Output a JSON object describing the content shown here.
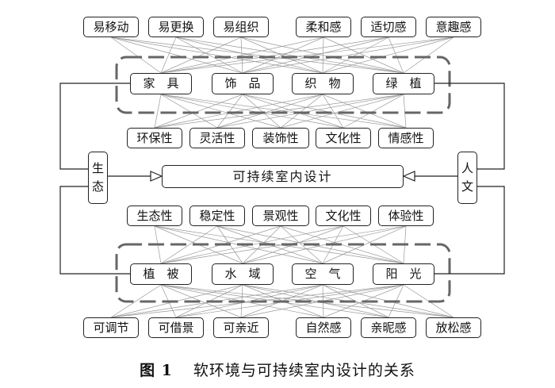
{
  "top_attributes": [
    "易移动",
    "易更换",
    "易组织",
    "柔和感",
    "适切感",
    "意趣感"
  ],
  "decor_items": [
    "家　具",
    "饰　品",
    "织　物",
    "绿　植"
  ],
  "decor_properties": [
    "环保性",
    "灵活性",
    "装饰性",
    "文化性",
    "情感性"
  ],
  "left_label": [
    "生",
    "态"
  ],
  "center_label": "可持续室内设计",
  "right_label": [
    "人",
    "文"
  ],
  "env_properties": [
    "生态性",
    "稳定性",
    "景观性",
    "文化性",
    "体验性"
  ],
  "env_items": [
    "植　被",
    "水　域",
    "空　气",
    "阳　光"
  ],
  "bottom_attributes": [
    "可调节",
    "可借景",
    "可亲近",
    "自然感",
    "亲昵感",
    "放松感"
  ],
  "caption": {
    "number": "图 1",
    "text": "软环境与可持续室内设计的关系"
  }
}
